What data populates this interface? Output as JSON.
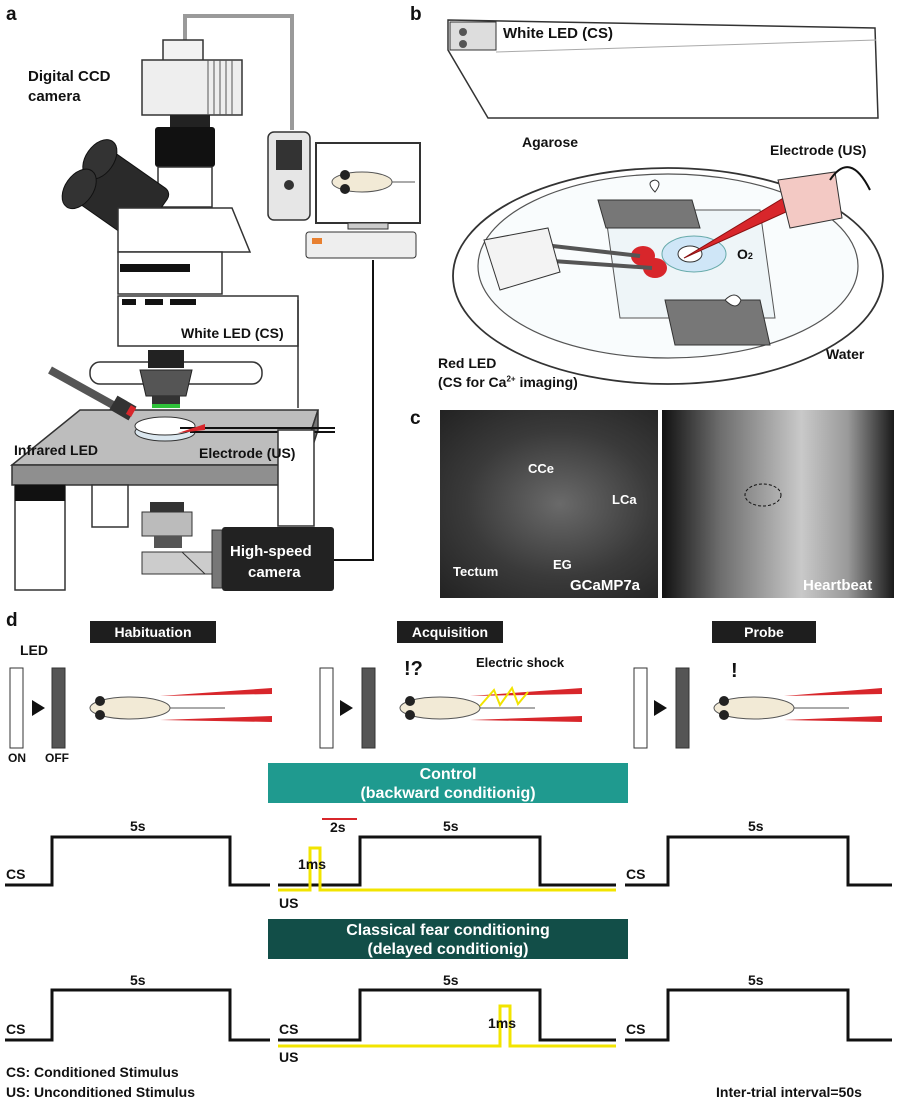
{
  "panels": {
    "a": "a",
    "b": "b",
    "c": "c",
    "d": "d"
  },
  "panel_a": {
    "camera_line1": "Digital CCD",
    "camera_line2": "camera",
    "white_led": "White LED (CS)",
    "infrared_led": "Infrared LED",
    "electrode": "Electrode (US)",
    "highspeed_line1": "High-speed",
    "highspeed_line2": "camera"
  },
  "panel_b": {
    "white_led": "White LED (CS)",
    "agarose": "Agarose",
    "electrode": "Electrode (US)",
    "oxygen": "O",
    "oxygen_sub": "2",
    "water": "Water",
    "red_led_line1": "Red LED",
    "red_led_line2_pre": "(CS for Ca",
    "red_led_sup": "2+",
    "red_led_line2_post": " imaging)"
  },
  "panel_c": {
    "left_regions": [
      "CCe",
      "LCa",
      "Tectum",
      "EG"
    ],
    "left_title": "GCaMP7a",
    "right_title": "Heartbeat"
  },
  "panel_d": {
    "phases": [
      "Habituation",
      "Acquisition",
      "Probe"
    ],
    "led_label": "LED",
    "on_label": "ON",
    "off_label": "OFF",
    "surprise_acq": "!?",
    "surprise_probe": "!",
    "shock_label": "Electric shock",
    "control_line1": "Control",
    "control_line2": "(backward conditionig)",
    "fear_line1": "Classical fear conditioning",
    "fear_line2": "(delayed conditionig)",
    "cs": "CS",
    "us": "US",
    "dur_5s": "5s",
    "dur_2s": "2s",
    "dur_1ms": "1ms",
    "legend_cs": "CS: Conditioned Stimulus",
    "legend_us": "US: Unconditioned Stimulus",
    "iti": "Inter-trial interval=50s"
  },
  "colors": {
    "teal": "#1f9a8f",
    "dark_teal": "#124e48",
    "us_yellow": "#f2e400",
    "red": "#d8262b",
    "black": "#111111"
  }
}
